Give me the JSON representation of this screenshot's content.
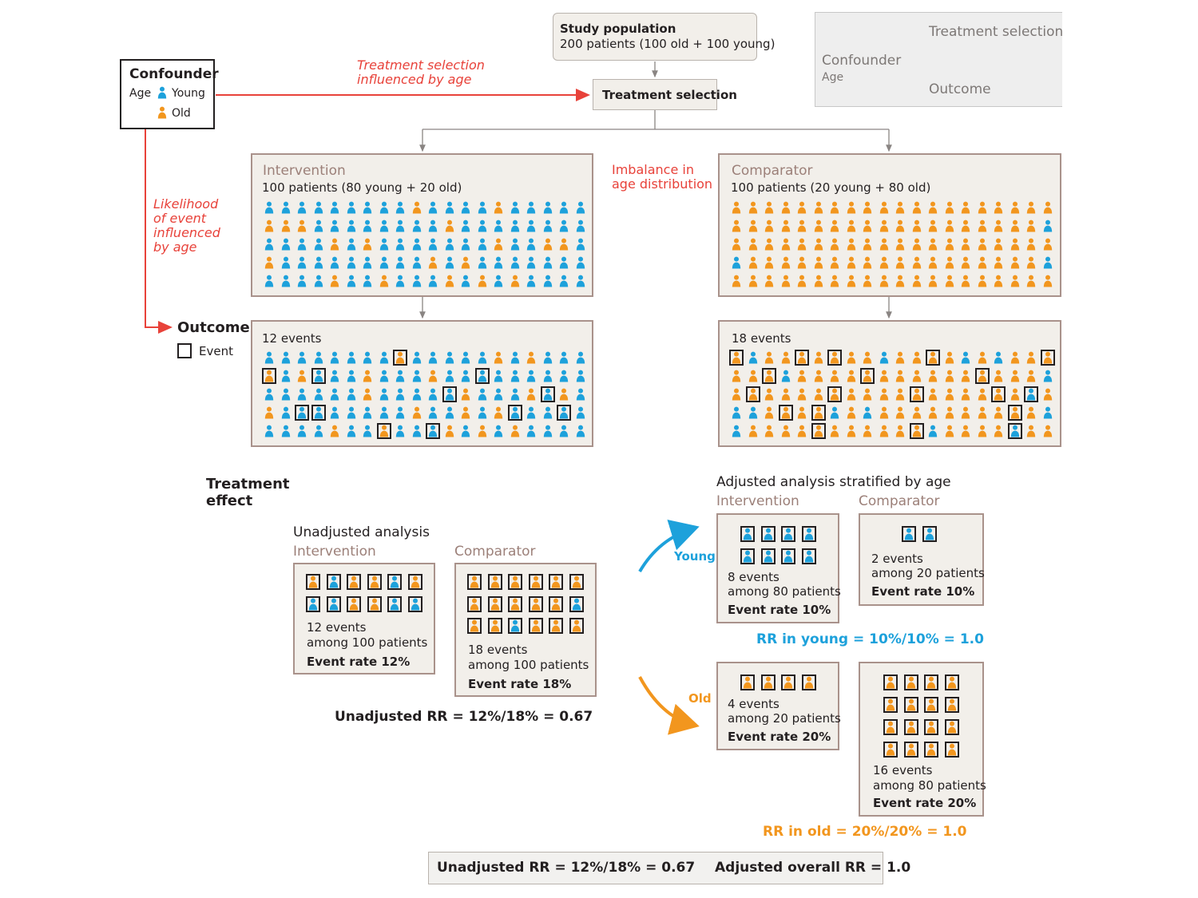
{
  "colors": {
    "young": "#1da1db",
    "old": "#f2961e",
    "red": "#e8423a",
    "panel_border": "#a9928b",
    "panel_bg": "#f2efea"
  },
  "study": {
    "title": "Study population",
    "subtitle": "200 patients (100 old + 100 young)"
  },
  "treatment_selection": {
    "label": "Treatment selection",
    "note_line1": "Treatment selection",
    "note_line2": "influenced by age"
  },
  "confounder_box": {
    "title": "Confounder",
    "age_label": "Age",
    "young_label": "Young",
    "old_label": "Old"
  },
  "legend_dag": {
    "confounder": "Confounder",
    "age": "Age",
    "treatment": "Treatment selection",
    "outcome": "Outcome"
  },
  "likelihood_note": [
    "Likelihood",
    "of event",
    "influenced",
    "by age"
  ],
  "imbalance_note": [
    "Imbalance in",
    "age distribution"
  ],
  "outcome_legend": {
    "title": "Outcome",
    "event_label": "Event"
  },
  "intervention_panel": {
    "title": "Intervention",
    "subtitle": "100 patients (80 young + 20 old)"
  },
  "comparator_panel": {
    "title": "Comparator",
    "subtitle": "100 patients (20 young + 80 old)"
  },
  "intervention_events_panel": {
    "label": "12 events"
  },
  "comparator_events_panel": {
    "label": "18 events"
  },
  "icon_grids": {
    "intervention": [
      "YYYYYYYYYOYYYYOYYYYY",
      "OOOYYYYYYYYOYYYYYYYY",
      "YYYYOYOYYYYYYYOYYOOY",
      "OYYYYYYYYYOYOYYYYYYY",
      "YYYYOYYOYYYOYOYOYYYY"
    ],
    "comparator": [
      "OOOOOOOOOOOOOOOOOOOO",
      "OOOOOOOOOOOOOOOOOOOY",
      "OOOOOOOOOOOOOOOOOOOO",
      "YOOOOOOOOOOOOOOOOOOY",
      "OOOOOOOOOOOOOOOOOOOO"
    ],
    "intervention_events": [
      "YYYYYYYYOYYYYYOYOYYY",
      "OYOYYYOYYYOYYYYYYYYY",
      "YYYYYYOYYYYYOYYYOYOY",
      "OYYYYYYYYOYYOYOYYYYY",
      "YYYYOYYOYYYOYOYOYYYY"
    ],
    "comparator_events": [
      "OYOOOOOOOYOOOOYOYOOO",
      "OOOYOOOOOOOOOOOOOOOY",
      "OOOOOOOOOOOOOOOOOOYO",
      "YYOOOOYOYOOOOOOOOOOY",
      "YOOOOOOOOOOOYOOOOYOO"
    ],
    "intervention_event_marks": [
      [
        0,
        8
      ],
      [
        1,
        0
      ],
      [
        1,
        3
      ],
      [
        1,
        13
      ],
      [
        2,
        11
      ],
      [
        2,
        17
      ],
      [
        3,
        2
      ],
      [
        3,
        3
      ],
      [
        3,
        15
      ],
      [
        3,
        18
      ],
      [
        4,
        7
      ],
      [
        4,
        10
      ]
    ],
    "comparator_event_marks": [
      [
        0,
        0
      ],
      [
        0,
        4
      ],
      [
        0,
        6
      ],
      [
        0,
        12
      ],
      [
        0,
        19
      ],
      [
        1,
        2
      ],
      [
        1,
        8
      ],
      [
        1,
        15
      ],
      [
        2,
        1
      ],
      [
        2,
        6
      ],
      [
        2,
        11
      ],
      [
        2,
        16
      ],
      [
        2,
        18
      ],
      [
        3,
        3
      ],
      [
        3,
        5
      ],
      [
        3,
        17
      ],
      [
        4,
        5
      ],
      [
        4,
        11
      ],
      [
        4,
        17
      ]
    ]
  },
  "treatment_effect": {
    "label_line1": "Treatment",
    "label_line2": "effect"
  },
  "unadjusted": {
    "title": "Unadjusted analysis",
    "intervention_label": "Intervention",
    "comparator_label": "Comparator",
    "intervention_icons": [
      "OYOOYO",
      "YYOOYY"
    ],
    "comparator_icons": [
      "OOOOOO",
      "OOOOOY",
      "OOYOOO"
    ],
    "int_events": "12 events",
    "int_among": "among 100 patients",
    "int_rate": "Event rate 12%",
    "comp_events": "18 events",
    "comp_among": "among 100 patients",
    "comp_rate": "Event rate 18%",
    "rr": "Unadjusted RR = 12%/18% = 0.67"
  },
  "adjusted": {
    "title": "Adjusted analysis stratified by age",
    "intervention_label": "Intervention",
    "comparator_label": "Comparator",
    "young_label": "Young",
    "old_label": "Old",
    "young_int_icons": [
      "YYYY",
      "YYYY"
    ],
    "young_comp_icons": [
      "YY"
    ],
    "old_int_icons": [
      "OOOO"
    ],
    "old_comp_icons": [
      "OOOO",
      "OOOO",
      "OOOO",
      "OOOO"
    ],
    "young_int_events": "8 events",
    "young_int_among": "among 80 patients",
    "young_int_rate": "Event rate 10%",
    "young_comp_events": "2 events",
    "young_comp_among": "among 20 patients",
    "young_comp_rate": "Event rate 10%",
    "old_int_events": "4 events",
    "old_int_among": "among 20 patients",
    "old_int_rate": "Event rate 20%",
    "old_comp_events": "16 events",
    "old_comp_among": "among 80 patients",
    "old_comp_rate": "Event rate 20%",
    "rr_young": "RR in young = 10%/10% = 1.0",
    "rr_old": "RR in old = 20%/20% = 1.0"
  },
  "summary": {
    "left": "Unadjusted RR = 12%/18% = 0.67",
    "right": "Adjusted overall RR = 1.0"
  }
}
